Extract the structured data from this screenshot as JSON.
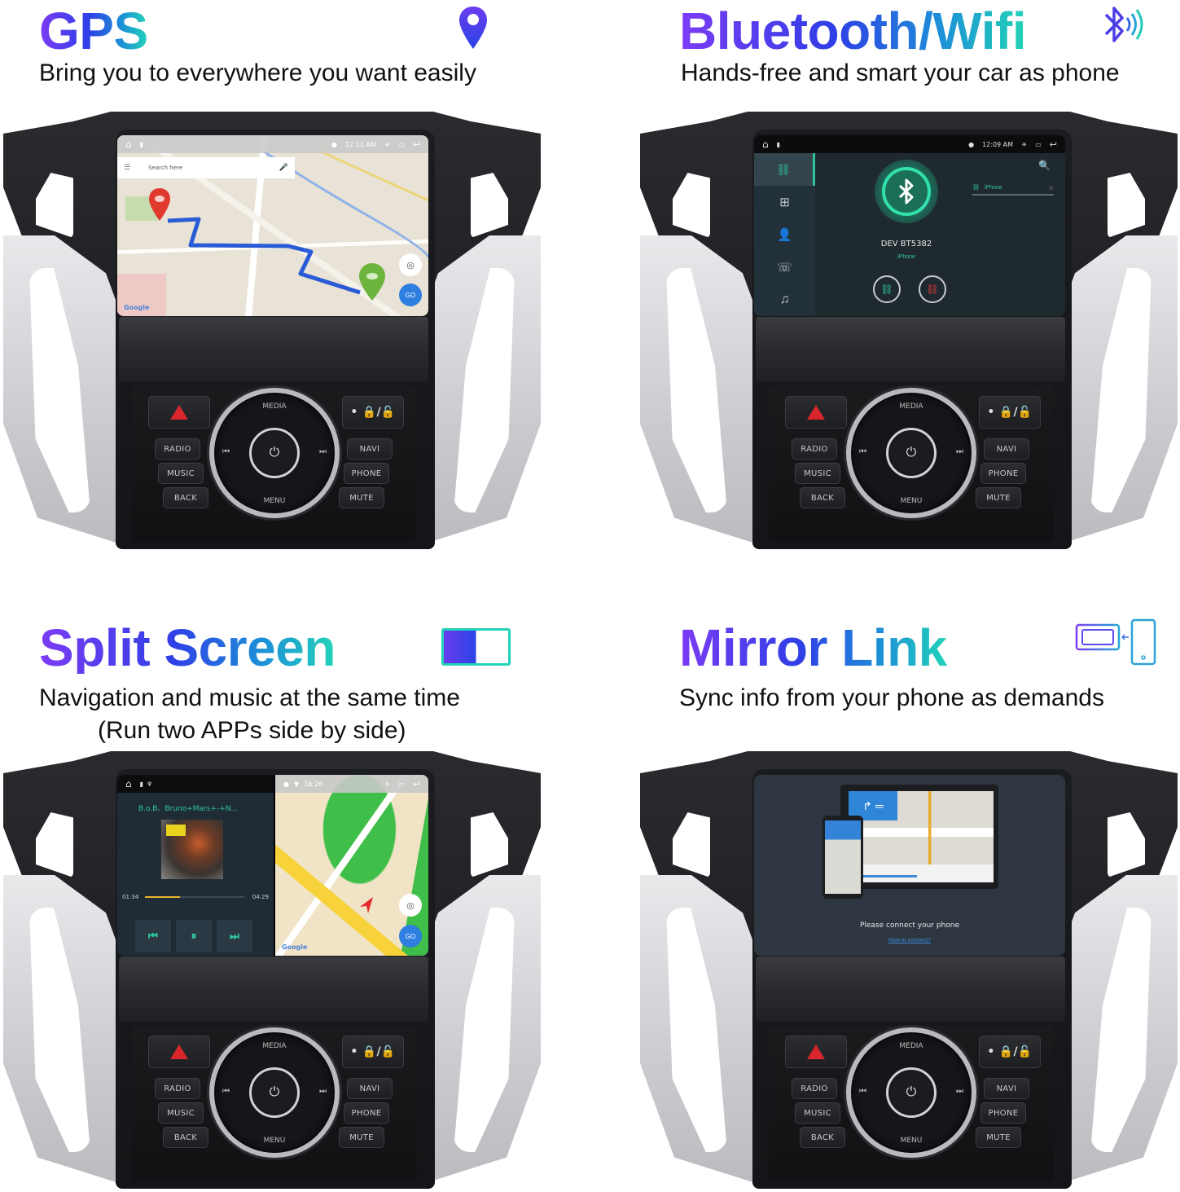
{
  "colors": {
    "title_gradient": [
      "#7c3cf5",
      "#2f3fe6",
      "#1d8fd8",
      "#22d3b8"
    ],
    "accent_teal": "#2fc79f",
    "hazard_red": "#d8262c",
    "route_blue": "#2a5bd7"
  },
  "head_unit": {
    "buttons": {
      "hazard": "hazard",
      "lock": "•  🔒/🔓",
      "radio": "RADIO",
      "music": "MUSIC",
      "back": "BACK",
      "navi": "NAVI",
      "phone": "PHONE",
      "mute": "MUTE"
    },
    "knob": {
      "top": "MEDIA",
      "bottom": "MENU",
      "prev": "⏮",
      "next": "⏭",
      "power": "⏻"
    }
  },
  "sections": [
    {
      "id": "gps",
      "title": "GPS",
      "subtitle": "Bring you to everywhere you want easily",
      "icon": "map-pin-icon",
      "screen": {
        "status_bar": {
          "time": "12:11 AM",
          "home": "⌂",
          "back": "↩"
        },
        "search_placeholder": "Search here",
        "map_logo": "Google",
        "go_label": "GO"
      }
    },
    {
      "id": "bluetooth",
      "title": "Bluetooth/Wifi",
      "subtitle": "Hands-free and smart your car as phone",
      "icon": "bluetooth-signal-icon",
      "screen": {
        "status_bar": {
          "time": "12:09 AM",
          "home": "⌂",
          "back": "↩"
        },
        "device_name": "DEV BT5382",
        "device_sub": "iPhone",
        "paired_device": "iPhone",
        "sidebar": [
          "link",
          "dialpad",
          "contacts",
          "call-log",
          "music"
        ]
      }
    },
    {
      "id": "split",
      "title": "Split Screen",
      "subtitle_lines": [
        "Navigation and music at the same time",
        "(Run two APPs side by side)"
      ],
      "icon": "split-screen-icon",
      "screen": {
        "status_bar_left": {
          "home": "⌂"
        },
        "status_bar_right": {
          "time": "16:26",
          "back": "↩"
        },
        "song": "B.o.B、Bruno+Mars+-+N...",
        "elapsed": "01:34",
        "duration": "04:29",
        "progress_pct": 35,
        "controls": [
          "⏮",
          "⏸",
          "⏭"
        ],
        "map_logo": "Google",
        "go_label": "GO"
      }
    },
    {
      "id": "mirror",
      "title": "Mirror Link",
      "subtitle": "Sync info from your phone as demands",
      "icon": "mirror-link-icon",
      "screen": {
        "message": "Please connect your phone",
        "help_link": "How to connect?"
      }
    }
  ]
}
